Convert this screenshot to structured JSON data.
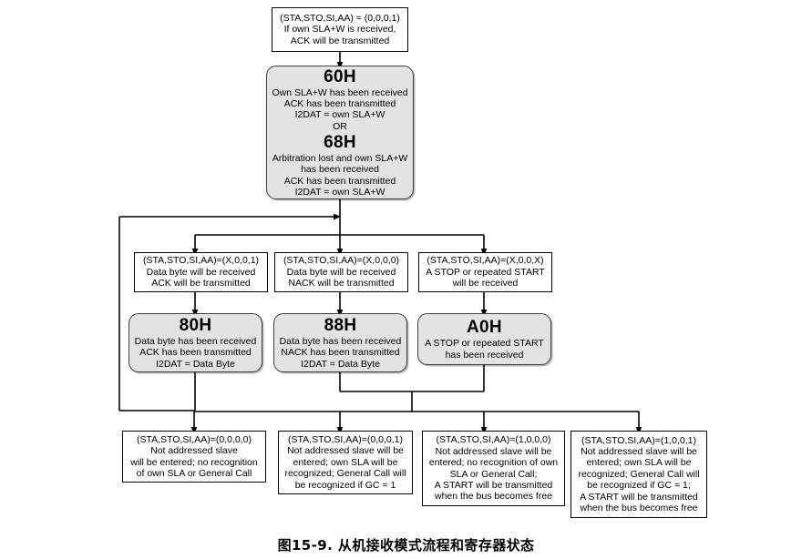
{
  "diagram": {
    "title_caption": "图15-9. 从机接收模式流程和寄存器状态",
    "colors": {
      "state_fill": "#e3e3e3",
      "state_border": "#3d3d3d",
      "cond_fill": "#ffffff",
      "cond_border": "#000000",
      "wire": "#000000",
      "page_bg": "#ffffff"
    },
    "nodes": {
      "entry_condition": {
        "lines": [
          "(STA,STO,SI,AA) = (0,0,0,1)",
          "If own SLA+W is received,",
          "ACK will be transmitted"
        ]
      },
      "state_60h_68h": {
        "code_1": "60H",
        "lines_1": [
          "Own SLA+W has been received",
          "ACK has been transmitted",
          "I2DAT = own SLA+W"
        ],
        "separator": "OR",
        "code_2": "68H",
        "lines_2": [
          "Arbitration lost and own SLA+W",
          "has been received",
          "ACK has been transmitted",
          "I2DAT = own SLA+W"
        ]
      },
      "cond_ack": {
        "lines": [
          "(STA,STO,SI,AA)=(X,0,0,1)",
          "Data byte will be received",
          "ACK will be transmitted"
        ]
      },
      "cond_nack": {
        "lines": [
          "(STA,STO,SI,AA)=(X,0,0,0)",
          "Data byte will be received",
          "NACK will be transmitted"
        ]
      },
      "cond_stop": {
        "lines": [
          "(STA,STO,SI,AA)=(X,0,0,X)",
          "A STOP or repeated START",
          "will be received"
        ]
      },
      "state_80h": {
        "code": "80H",
        "lines": [
          "Data byte has been received",
          "ACK has been transmitted",
          "I2DAT = Data Byte"
        ]
      },
      "state_88h": {
        "code": "88H",
        "lines": [
          "Data byte has been received",
          "NACK has been transmitted",
          "I2DAT = Data Byte"
        ]
      },
      "state_a0h": {
        "code": "A0H",
        "lines": [
          "A STOP or repeated START",
          "has been received"
        ]
      },
      "exit_0000": {
        "lines": [
          "(STA,STO,SI,AA)=(0,0,0,0)",
          "Not addressed slave",
          "will be entered; no recognition",
          "of own SLA or General Call"
        ]
      },
      "exit_0001": {
        "lines": [
          "(STA,STO,SI,AA)=(0,0,0,1)",
          "Not addressed slave will be",
          "entered; own SLA will be",
          "recognized; General Call will",
          "be recognized if GC = 1"
        ]
      },
      "exit_1000": {
        "lines": [
          "(STA,STO,SI,AA)=(1,0,0,0)",
          "Not addressed slave will be",
          "entered; no recognition of own",
          "SLA or General Call;",
          "A START will be transmitted",
          "when the bus becomes free"
        ]
      },
      "exit_1001": {
        "lines": [
          "(STA,STO,SI,AA)=(1,0,0,1)",
          "Not addressed slave will be",
          "entered; own SLA will be",
          "recognized; General Call will",
          "be recognized if GC = 1;",
          "A START will be transmitted",
          "when the bus becomes free"
        ]
      }
    }
  }
}
